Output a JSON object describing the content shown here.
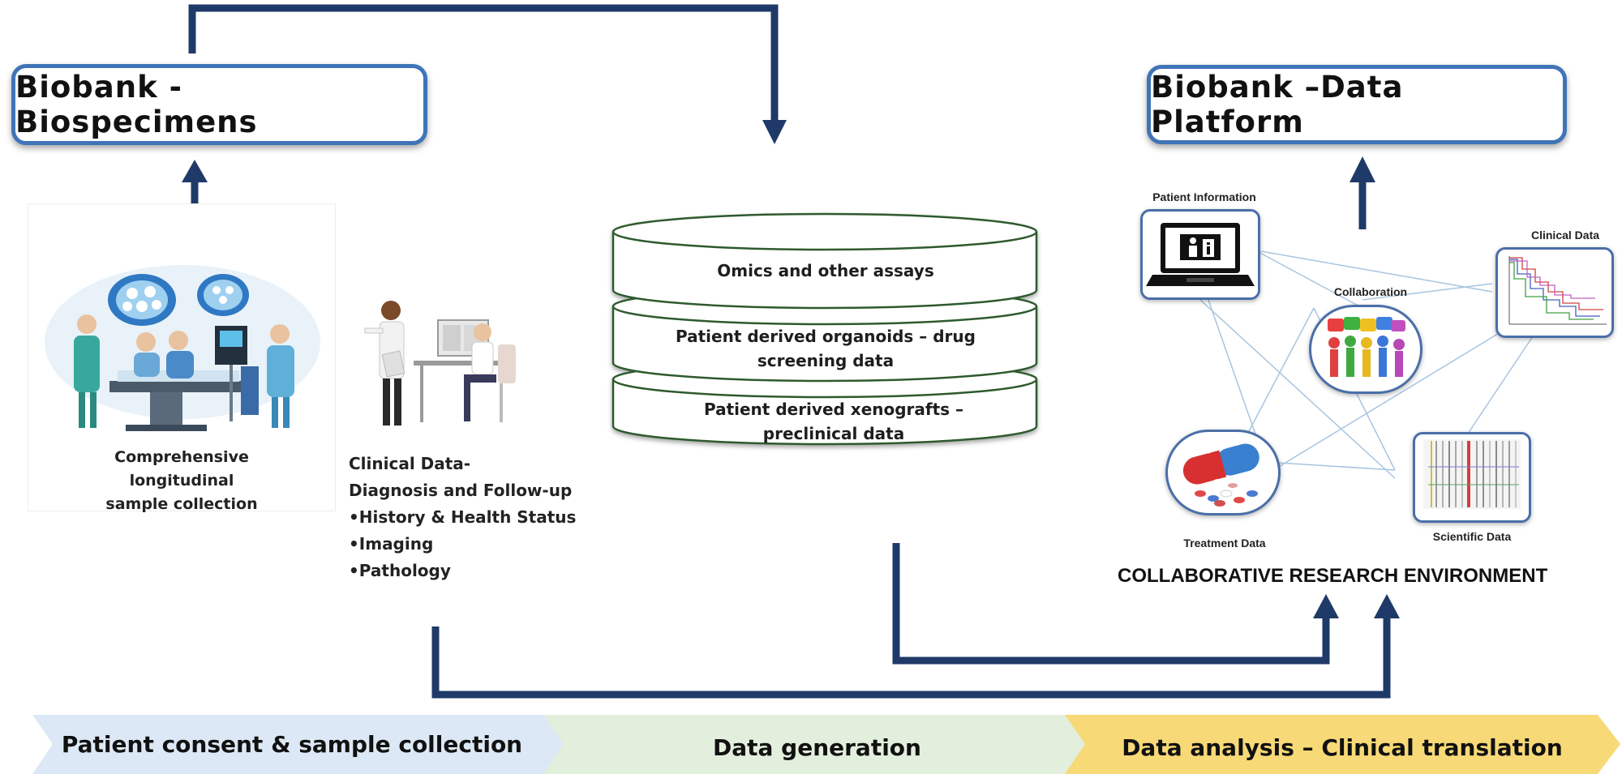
{
  "boxes": {
    "biospecimens": "Biobank - Biospecimens",
    "data_platform": "Biobank –Data Platform"
  },
  "left_panel": {
    "caption_line1": "Comprehensive",
    "caption_line2": "longitudinal",
    "caption_line3": "sample collection"
  },
  "clinical": {
    "title_line1": "Clinical Data-",
    "title_line2": "Diagnosis and Follow-up",
    "items": [
      "•History & Health Status",
      "•Imaging",
      "•Pathology"
    ]
  },
  "database": {
    "layer1": "Omics and other assays",
    "layer2_line1": "Patient derived organoids – drug",
    "layer2_line2": "screening data",
    "layer3_line1": "Patient derived xenografts –",
    "layer3_line2": "preclinical data"
  },
  "network": {
    "patient_information": "Patient  Information",
    "clinical_data": "Clinical Data",
    "collaboration": "Collaboration",
    "treatment_data": "Treatment Data",
    "scientific_data": "Scientific Data"
  },
  "environment_label": "COLLABORATIVE RESEARCH ENVIRONMENT",
  "phases": [
    {
      "label": "Patient consent & sample collection",
      "color": "#dce8f5"
    },
    {
      "label": "Data generation",
      "color": "#e2efdc"
    },
    {
      "label": "Data analysis – Clinical translation",
      "color": "#f7d977"
    }
  ],
  "colors": {
    "arrow": "#1f3a68",
    "box_border": "#3f74b8"
  }
}
